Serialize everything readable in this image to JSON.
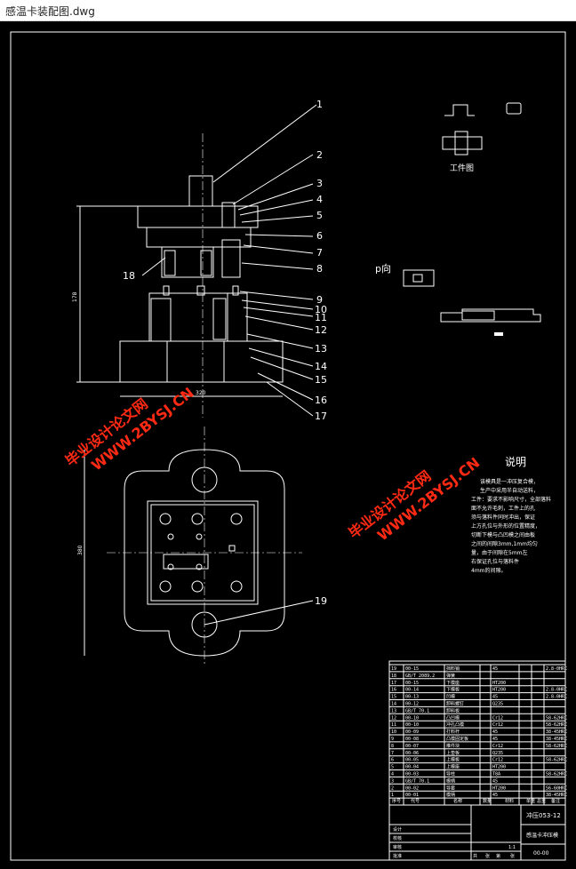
{
  "window": {
    "title": "感温卡装配图.dwg"
  },
  "colors": {
    "background": "#000000",
    "lines": "#ffffff",
    "hatch": "#ffffff",
    "watermark": "#ff2a14"
  },
  "balloons": [
    "1",
    "2",
    "3",
    "4",
    "5",
    "6",
    "7",
    "8",
    "9",
    "10",
    "11",
    "12",
    "13",
    "14",
    "15",
    "16",
    "17",
    "18",
    "19"
  ],
  "view_labels": {
    "workpiece": "工件图",
    "p_view": "p向"
  },
  "notes": {
    "title": "说明",
    "lines": [
      "该模具是一冲压复合模，",
      "生产中采用半自动送料，",
      "工件：要求不影响尺寸，全部落料",
      "面不允许毛刺，工件上的孔",
      "须与落料件同时冲出，保证",
      "上方孔位与外形的位置精度，",
      "切断下模与凸凹模之间由板",
      "之间的间隙3mm,1mm均匀",
      "量，由于间隙在5mm左",
      "右保证孔位与落料件",
      "4mm的间隙。"
    ]
  },
  "bom": {
    "rows": [
      [
        "19",
        "00-15",
        "挡料销",
        "",
        "45",
        "",
        "",
        "2.8-0HRC"
      ],
      [
        "18",
        "GB/T 2089.2",
        "弹簧",
        "",
        "",
        "",
        "",
        ""
      ],
      [
        "17",
        "00-15",
        "下模座",
        "",
        "HT200",
        "",
        "",
        ""
      ],
      [
        "16",
        "00-14",
        "下模板",
        "",
        "HT200",
        "",
        "",
        "2.8-0HRC"
      ],
      [
        "15",
        "00-13",
        "凹模",
        "",
        "45",
        "",
        "",
        "2.8-0HRC"
      ],
      [
        "14",
        "00-12",
        "卸料螺钉",
        "",
        "Q235",
        "",
        "",
        ""
      ],
      [
        "13",
        "GB/T 70.1",
        "卸料板",
        "",
        "",
        "",
        "",
        ""
      ],
      [
        "12",
        "00-10",
        "凸凹模",
        "",
        "Cr12",
        "",
        "",
        "58-62HRC"
      ],
      [
        "11",
        "00-10",
        "冲孔凸模",
        "",
        "Cr12",
        "",
        "",
        "58-62HRC"
      ],
      [
        "10",
        "00-09",
        "打料杆",
        "",
        "45",
        "",
        "",
        "38-45HRC"
      ],
      [
        "9",
        "00-08",
        "凸模固定板",
        "",
        "45",
        "",
        "",
        "38-45HRC"
      ],
      [
        "8",
        "00-07",
        "推件块",
        "",
        "Cr12",
        "",
        "",
        "58-62HRC"
      ],
      [
        "7",
        "00-06",
        "上垫板",
        "",
        "Q235",
        "",
        "",
        ""
      ],
      [
        "6",
        "00-05",
        "上模板",
        "",
        "Cr12",
        "",
        "",
        "58-62HRC"
      ],
      [
        "5",
        "00-04",
        "上模座",
        "",
        "HT200",
        "",
        "",
        ""
      ],
      [
        "4",
        "00-03",
        "导柱",
        "",
        "T8A",
        "",
        "",
        "58-62HRC"
      ],
      [
        "3",
        "GB/T 70.1",
        "模柄",
        "",
        "45",
        "",
        "",
        ""
      ],
      [
        "2",
        "00-02",
        "导套",
        "",
        "HT200",
        "",
        "",
        "56-60HRC"
      ],
      [
        "1",
        "00-01",
        "模柄",
        "",
        "45",
        "",
        "",
        "38-45HRC"
      ]
    ],
    "header": [
      "序号",
      "代号",
      "名称",
      "数量",
      "材料",
      "单重",
      "总重",
      "备注"
    ],
    "drawing_no": "冲压053-12",
    "drawing_name": "感温卡冲压模",
    "sheet_code": "00-00",
    "scale": "1:1",
    "footer_labels": [
      "设计",
      "校核",
      "审核",
      "批准",
      "共",
      "张",
      "第",
      "张"
    ]
  },
  "watermark": {
    "brand": "毕业设计论文网",
    "url": "WWW.2BYSJ.CN"
  }
}
